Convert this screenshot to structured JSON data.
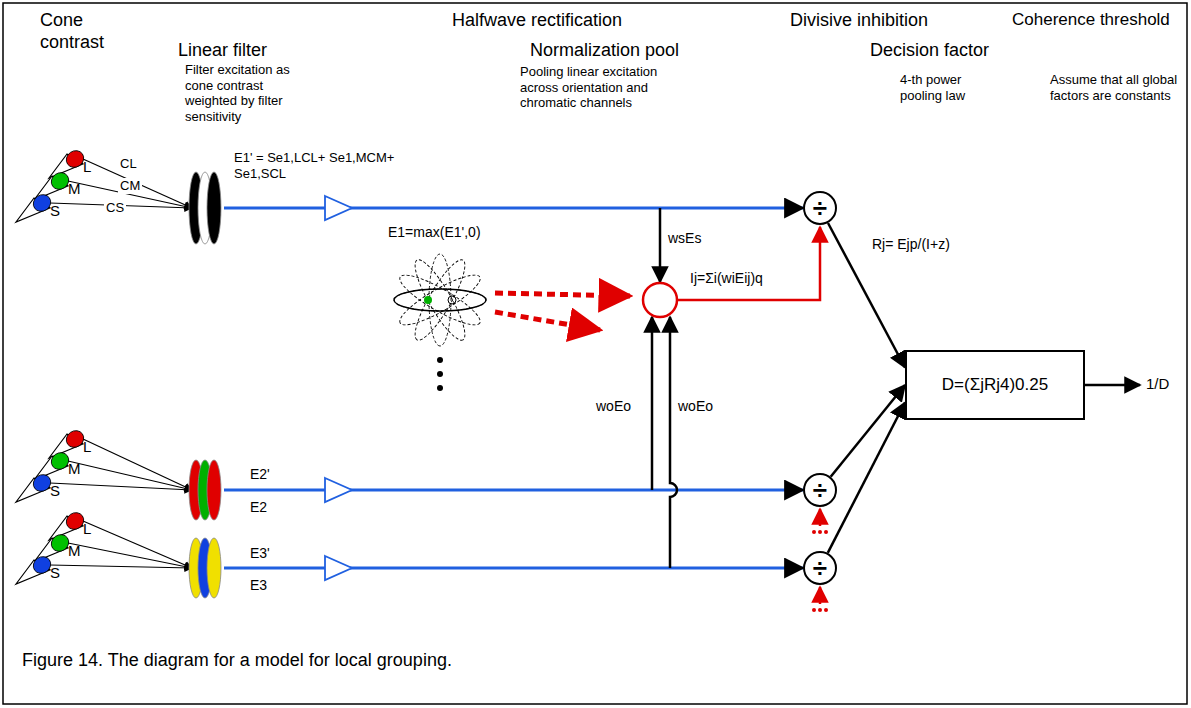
{
  "diagram": {
    "caption": "Figure 14. The diagram for a model for local grouping.",
    "nodes": [
      {
        "text": [
          "L"
        ]
      },
      {
        "text": [
          "M"
        ]
      },
      {
        "text": [
          "S"
        ]
      },
      {
        "text": [
          "L"
        ]
      },
      {
        "text": [
          "M"
        ]
      },
      {
        "text": [
          "S"
        ]
      },
      {
        "text": [
          "L"
        ]
      },
      {
        "text": [
          "M"
        ]
      },
      {
        "text": [
          "S"
        ]
      },
      {
        "text": [
          "÷"
        ]
      },
      {
        "text": [
          "÷"
        ]
      },
      {
        "text": [
          "÷"
        ]
      },
      {
        "text": [
          "D=(ΣjRj4)0.25"
        ]
      }
    ],
    "edges": [
      {
        "from": 9,
        "to": 12,
        "arrow": "to"
      },
      {
        "from": 10,
        "to": 12,
        "arrow": "to"
      },
      {
        "from": 11,
        "to": 12,
        "arrow": "to"
      }
    ],
    "labels": [
      "Cone contrast",
      "Linear filter",
      "Filter excitation as cone contrast weighted by filter sensitivity",
      "E1' = Se1,LCL+ Se1,MCM+ Se1,SCL",
      "CL",
      "CM",
      "CS",
      "Halfwave rectification",
      "E1=max(E1',0)",
      "Normalization pool",
      "Pooling linear excitation across orientation and chromatic channels",
      "wsEs",
      "Ij=Σi(wiEij)q",
      "woEo",
      "woEo",
      "E2'",
      "E2",
      "E3'",
      "E3",
      "Divisive inhibition",
      "Rj= Ejp/(I+z)",
      "Decision factor",
      "Coherence threshold",
      "4-th power pooling law",
      "Assume that all global factors are constants",
      "1/D"
    ]
  }
}
